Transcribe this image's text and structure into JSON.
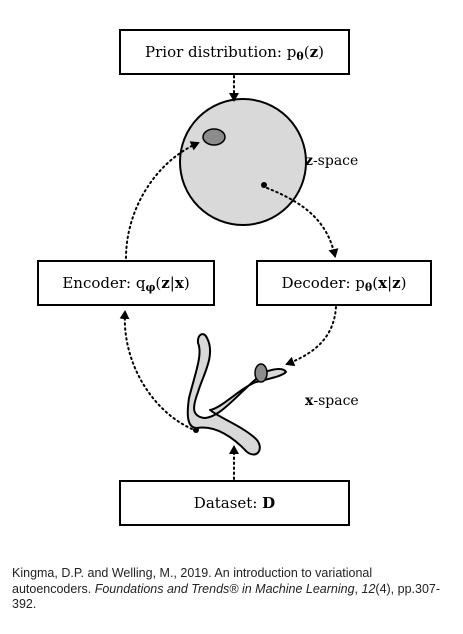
{
  "boxes": {
    "prior": {
      "prefix": "Prior distribution: p",
      "sub": "θ",
      "args_open": "(",
      "var": "z",
      "args_close": ")"
    },
    "encoder": {
      "prefix": "Encoder: q",
      "sub": "φ",
      "args_open": "(",
      "var1": "z",
      "bar": "|",
      "var2": "x",
      "args_close": ")"
    },
    "decoder": {
      "prefix": "Decoder: p",
      "sub": "θ",
      "args_open": "(",
      "var1": "x",
      "bar": "|",
      "var2": "z",
      "args_close": ")"
    },
    "dataset": {
      "prefix": "Dataset: ",
      "var": "D"
    }
  },
  "spaces": {
    "z": {
      "var": "z",
      "suffix": "-space"
    },
    "x": {
      "var": "x",
      "suffix": "-space"
    }
  },
  "caption": {
    "line1": "Kingma, D.P. and Welling, M., 2019. An introduction to variational autoencoders. ",
    "journal": "Foundations and Trends® in Machine Learning",
    "sep": ", ",
    "volume": "12",
    "rest": "(4), pp.307-392."
  },
  "colors": {
    "shape_fill": "#d9d9d9",
    "blob_fill": "#8c8c8c",
    "stroke": "#000000"
  }
}
